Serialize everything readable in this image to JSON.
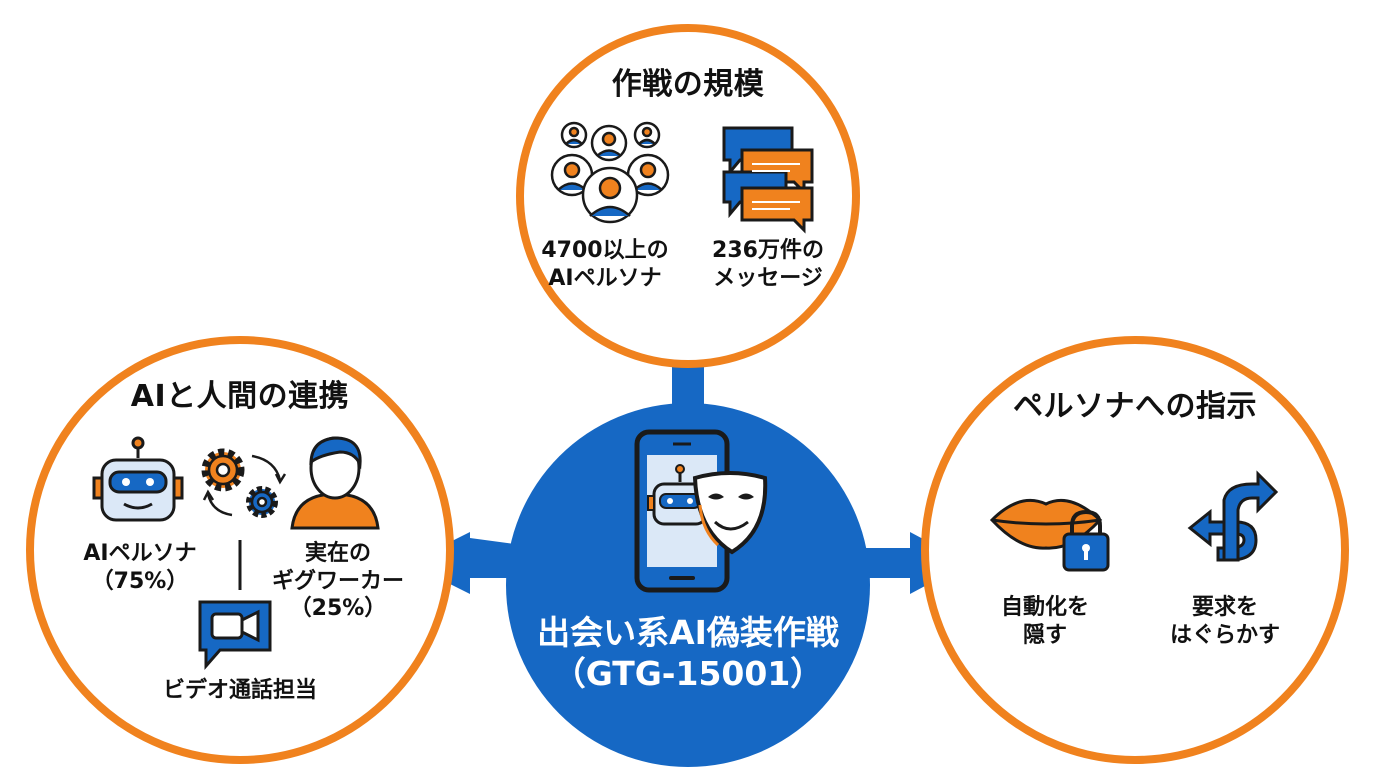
{
  "colors": {
    "orange": "#f0821e",
    "blue": "#1668c4",
    "dark": "#1a1a1a",
    "pale": "#dbe8f7"
  },
  "center": {
    "title": "出会い系AI偽装作戦",
    "code": "（GTG-15001）",
    "icons": [
      "smartphone-icon",
      "robot-icon",
      "mask-icon"
    ]
  },
  "top": {
    "title": "作戦の規模",
    "personas": {
      "line1": "4700以上の",
      "line2": "AIペルソナ",
      "icon": "people-group-icon"
    },
    "messages": {
      "line1": "236万件の",
      "line2": "メッセージ",
      "icon": "chat-bubbles-icon"
    }
  },
  "left": {
    "title": "AIと人間の連携",
    "ai": {
      "line1": "AIペルソナ",
      "line2": "（75%）",
      "icon": "robot-icon"
    },
    "human": {
      "line1": "実在の",
      "line2": "ギグワーカー",
      "line3": "（25%）",
      "icon": "person-icon"
    },
    "gears_icon": "gears-cycle-icon",
    "video": {
      "label": "ビデオ通話担当",
      "icon": "video-call-icon"
    }
  },
  "right": {
    "title": "ペルソナへの指示",
    "hide": {
      "line1": "自動化を",
      "line2": "隠す",
      "icon": "lips-lock-icon"
    },
    "evade": {
      "line1": "要求を",
      "line2": "はぐらかす",
      "icon": "evasive-arrow-icon"
    }
  }
}
